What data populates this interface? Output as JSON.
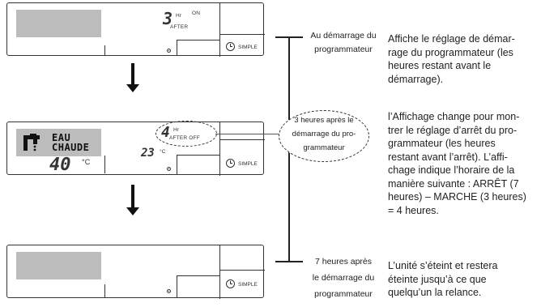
{
  "panel1": {
    "hours": "3",
    "hr": "Hr",
    "on": "ON",
    "after": "AFTER",
    "simple": "SIMPLE"
  },
  "panel2": {
    "mode_line1": "EAU",
    "mode_line2": "CHAUDE",
    "temp_big": "40",
    "temp_unit": "°C",
    "room_temp": "23",
    "room_unit": "°C",
    "hours": "4",
    "hr": "Hr",
    "after_off": "AFTER OFF",
    "simple": "SIMPLE"
  },
  "panel3": {
    "simple": "SIMPLE"
  },
  "labels": {
    "start_line1": "Au démarrage du",
    "start_line2": "programmateur",
    "three_line1": "3 heures après le",
    "three_line2": "démarrage du pro-",
    "three_line3": "grammateur",
    "seven_line1": "7 heures après",
    "seven_line2": "le démarrage du",
    "seven_line3": "programmateur"
  },
  "descriptions": {
    "d1": [
      "Affiche le réglage de démar-",
      "rage du programmateur (les",
      "heures restant avant le",
      "démarrage)."
    ],
    "d2": [
      "l’Affichage change pour mon-",
      "trer le réglage d’arrêt du pro-",
      "grammateur (les heures",
      "restant avant l’arrêt). L’affi-",
      "chage indique l’horaire de la",
      "manière suivante : ARRÊT (7",
      "heures) – MARCHE (3 heures)",
      "= 4 heures."
    ],
    "d3": [
      "L’unité s’éteint et restera",
      "éteinte jusqu’à ce que",
      "quelqu’un la relance."
    ]
  },
  "icons": {
    "timer": "clock-icon",
    "water": "tap-icon",
    "indicator": "dot-icon"
  }
}
